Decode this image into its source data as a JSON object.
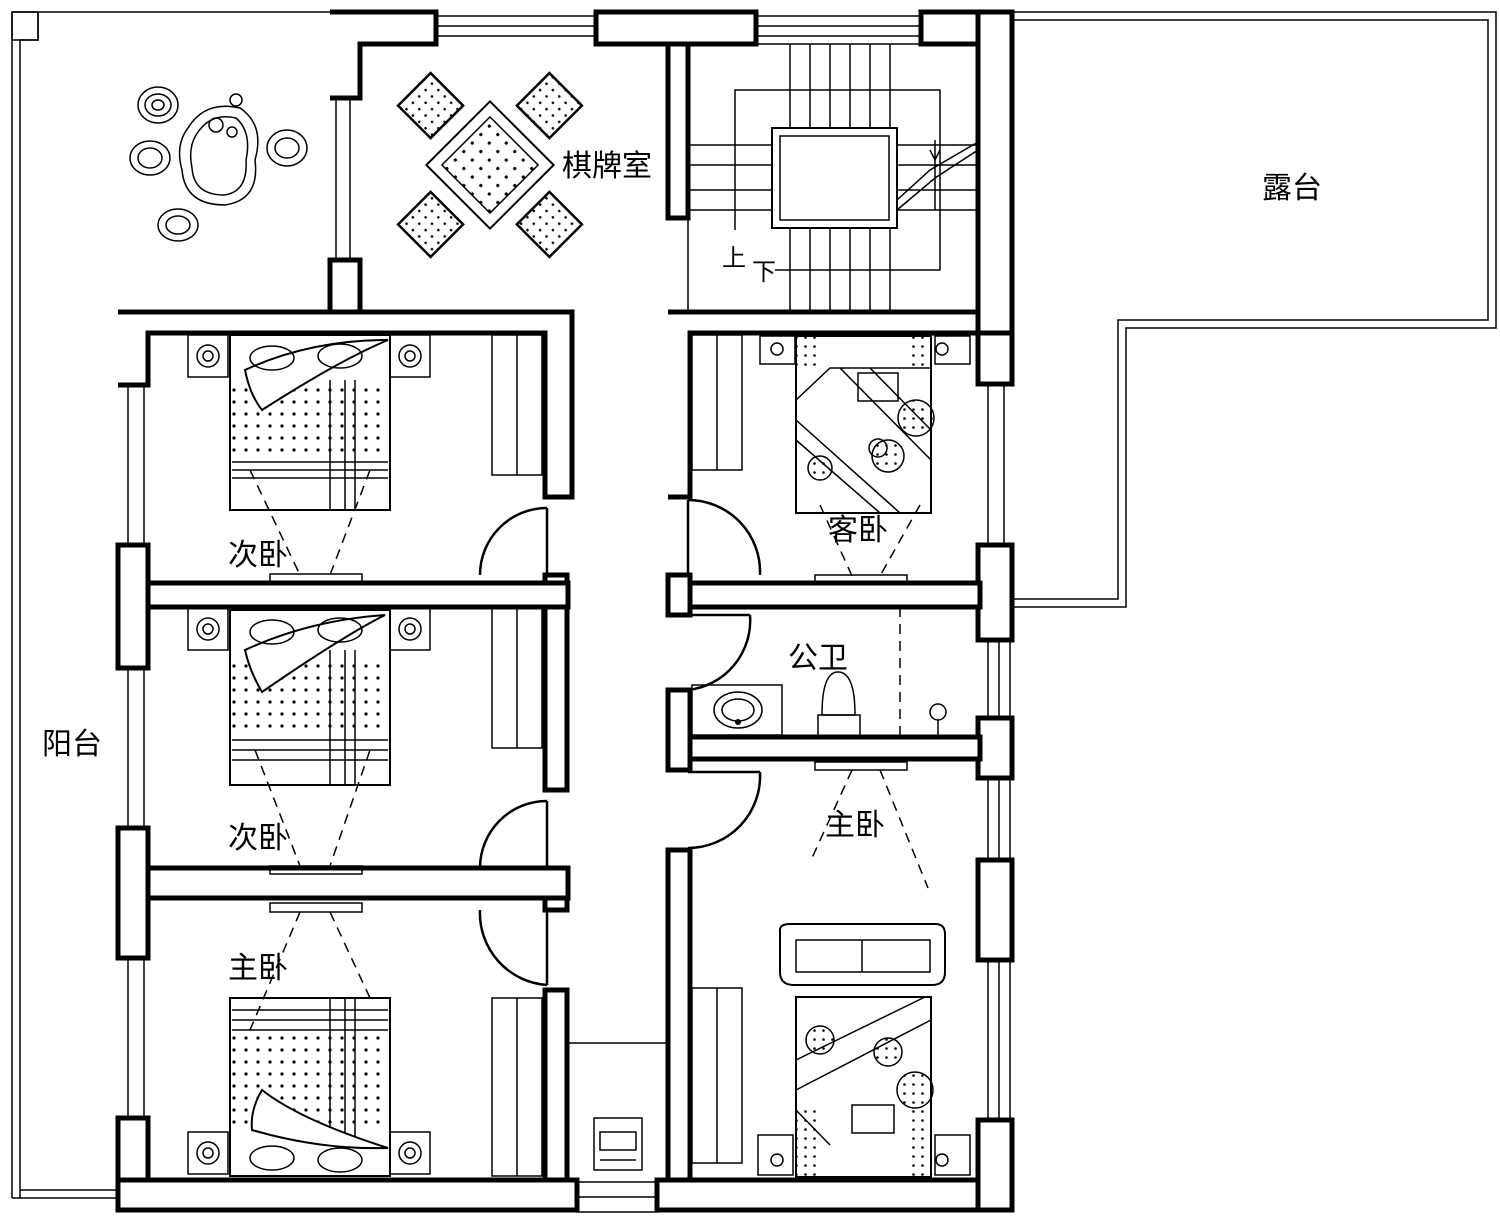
{
  "labels": {
    "chess_room": "棋牌室",
    "terrace": "露台",
    "balcony": "阳台",
    "up": "上",
    "down": "下",
    "secondary_bedroom_1": "次卧",
    "secondary_bedroom_2": "次卧",
    "master_bedroom_left": "主卧",
    "guest_bedroom": "客卧",
    "public_bathroom": "公卫",
    "master_bedroom_right": "主卧"
  }
}
